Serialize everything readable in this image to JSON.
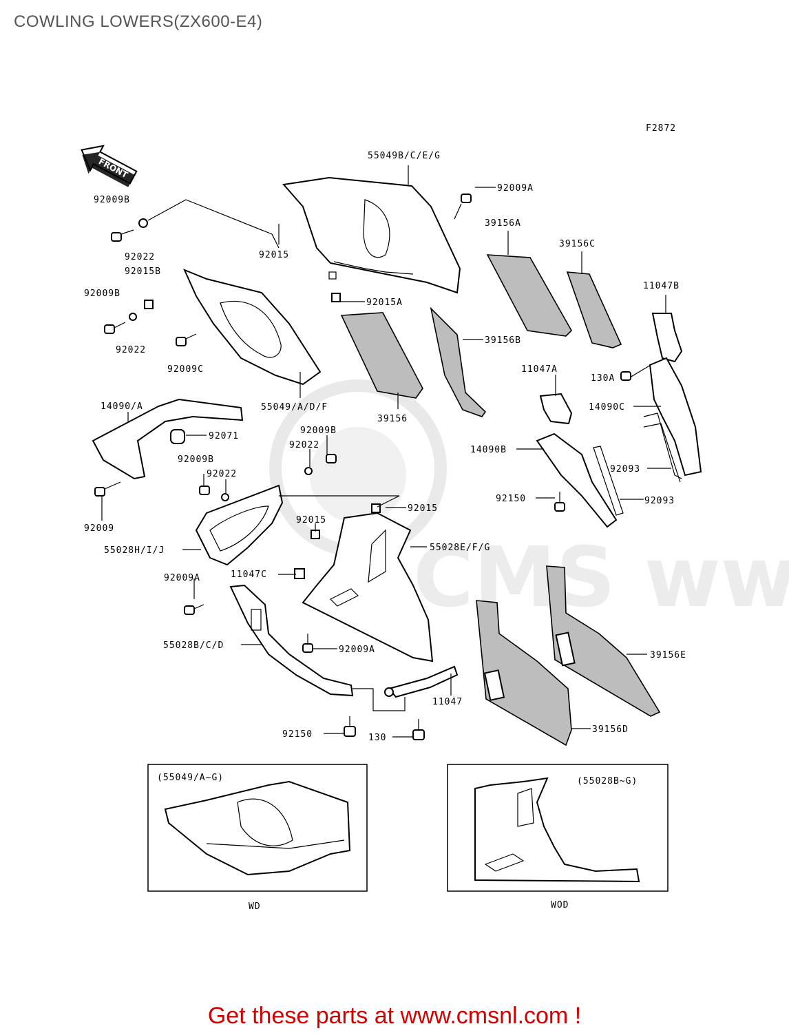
{
  "title": "COWLING LOWERS(ZX600-E4)",
  "figure_code": "F2872",
  "front_arrow": "FRONT",
  "watermark": "CMS www.cmsnl.com",
  "labels": {
    "l_55049BCEG": "55049B/C/E/G",
    "l_92009A_top": "92009A",
    "l_92009B_1": "92009B",
    "l_92022_1": "92022",
    "l_92015": "92015",
    "l_92015B": "92015B",
    "l_92009B_2": "92009B",
    "l_92022_2": "92022",
    "l_92009C": "92009C",
    "l_92015A": "92015A",
    "l_39156A": "39156A",
    "l_39156C": "39156C",
    "l_11047B": "11047B",
    "l_39156B": "39156B",
    "l_55049ADF": "55049/A/D/F",
    "l_39156": "39156",
    "l_11047A": "11047A",
    "l_130A": "130A",
    "l_14090C": "14090C",
    "l_14090A": "14090/A",
    "l_92071": "92071",
    "l_92009B_3": "92009B",
    "l_92022_3": "92022",
    "l_92009B_4": "92009B",
    "l_92022_4": "92022",
    "l_14090B": "14090B",
    "l_92093_1": "92093",
    "l_92093_2": "92093",
    "l_92150_1": "92150",
    "l_92009_left": "92009",
    "l_92015_2": "92015",
    "l_92015_3": "92015",
    "l_55028HIJ": "55028H/I/J",
    "l_55028EFG": "55028E/F/G",
    "l_92009A_2": "92009A",
    "l_11047C": "11047C",
    "l_55028BCD": "55028B/C/D",
    "l_92009A_3": "92009A",
    "l_39156E": "39156E",
    "l_11047": "11047",
    "l_92150_2": "92150",
    "l_130": "130",
    "l_39156D": "39156D"
  },
  "inset_left": {
    "caption": "(55049/A~G)",
    "sublabel": "WD"
  },
  "inset_right": {
    "caption": "(55028B~G)",
    "sublabel": "WOD"
  },
  "footer_text": "Get these parts at www.cmsnl.com !",
  "colors": {
    "footer": "#d40000",
    "title": "#555555",
    "watermark": "#dcdcdc"
  }
}
